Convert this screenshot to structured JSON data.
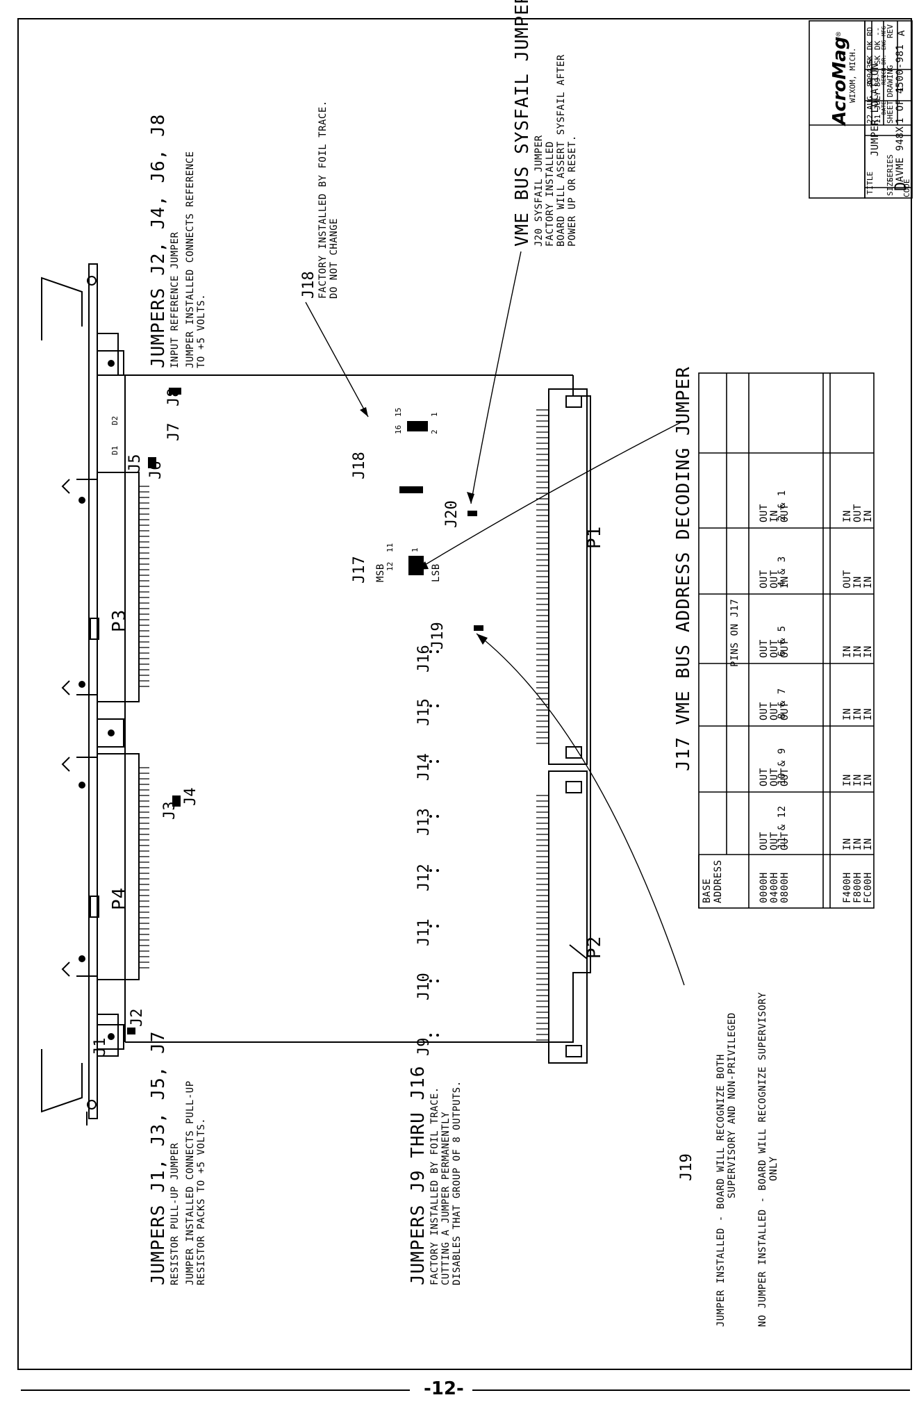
{
  "page_number": "-12-",
  "jumpers_pullup": {
    "title": "JUMPERS J1, J3, J5, J7",
    "lines": [
      "RESISTOR PULL-UP JUMPER",
      "JUMPER INSTALLED CONNECTS PULL-UP",
      "RESISTOR PACKS TO +5 VOLTS."
    ]
  },
  "jumpers_reference": {
    "title": "JUMPERS J2, J4, J6, J8",
    "lines": [
      "INPUT REFERENCE JUMPER",
      "JUMPER INSTALLED CONNECTS REFERENCE",
      "TO +5 VOLTS."
    ]
  },
  "jumpers_foil": {
    "title": "JUMPERS J9 THRU J16",
    "lines": [
      "FACTORY INSTALLED BY FOIL TRACE.",
      "CUTTING A JUMPER PERMANENTLY",
      "DISABLES THAT GROUP OF 8 OUTPUTS."
    ]
  },
  "j18_note": {
    "label": "J18",
    "lines": [
      "FACTORY INSTALLED BY FOIL TRACE.",
      "DO NOT CHANGE"
    ]
  },
  "sysfail_note": {
    "title": "VME BUS SYSFAIL JUMPER",
    "lines": [
      "J20 SYSFAIL JUMPER",
      "FACTORY INSTALLED",
      "BOARD WILL ASSERT SYSFAIL AFTER",
      "POWER UP OR RESET."
    ]
  },
  "j19_note": {
    "label": "J19",
    "installed": [
      "JUMPER INSTALLED  -  BOARD WILL RECOGNIZE BOTH",
      "SUPERVISORY AND NON-PRIVILEGED"
    ],
    "not_installed": [
      "NO JUMPER INSTALLED  -  BOARD WILL RECOGNIZE SUPERVISORY",
      "ONLY"
    ]
  },
  "address_title": "J17 VME BUS ADDRESS DECODING JUMPER",
  "board_labels": {
    "P1": "P1",
    "P2": "P2",
    "P3": "P3",
    "P4": "P4",
    "J1": "J1",
    "J2": "J2",
    "J3": "J3",
    "J4": "J4",
    "J5": "J5",
    "J6": "J6",
    "J7": "J7",
    "J8": "J8",
    "J9": "J9",
    "J10": "J10",
    "J11": "J11",
    "J12": "J12",
    "J13": "J13",
    "J14": "J14",
    "J15": "J15",
    "J16": "J16",
    "J17": "J17",
    "J18": "J18",
    "J19": "J19",
    "J20": "J20",
    "MSB": "MSB",
    "LSB": "LSB",
    "D1": "D1",
    "D2": "D2",
    "pin12": "12",
    "pin11": "11",
    "pin2": "2",
    "pin1": "1",
    "pin16": "16",
    "pin15": "15",
    "pin2b": "2",
    "pin1b": "1"
  },
  "address_table": {
    "header_base": [
      "BASE",
      "ADDRESS"
    ],
    "header_pins": "PINS ON J17",
    "columns": [
      "11 & 12",
      "10 & 9",
      "8 & 7",
      "6 & 5",
      "4 & 3",
      "2 & 1"
    ],
    "rows_top": [
      {
        "address": "0000H",
        "values": [
          "OUT",
          "OUT",
          "OUT",
          "OUT",
          "OUT",
          "OUT"
        ]
      },
      {
        "address": "0400H",
        "values": [
          "OUT",
          "OUT",
          "OUT",
          "OUT",
          "OUT",
          "IN"
        ]
      },
      {
        "address": "0800H",
        "values": [
          "OUT",
          "OUT",
          "OUT",
          "OUT",
          "IN",
          "OUT"
        ]
      }
    ],
    "rows_bottom": [
      {
        "address": "F400H",
        "values": [
          "IN",
          "IN",
          "IN",
          "IN",
          "OUT",
          "IN"
        ]
      },
      {
        "address": "F800H",
        "values": [
          "IN",
          "IN",
          "IN",
          "IN",
          "IN",
          "OUT"
        ]
      },
      {
        "address": "FC00H",
        "values": [
          "IN",
          "IN",
          "IN",
          "IN",
          "IN",
          "IN"
        ]
      }
    ]
  },
  "title_block": {
    "company": "AcroMag",
    "company_mark": "®",
    "city": "WIXOM, MICH.",
    "title_label": "TITLE",
    "title": "JUMPER LOCATION",
    "size_label": "SIZE",
    "size": "D",
    "code_label": "CODE",
    "series_label": "SERIES",
    "series": "AVME 948X",
    "sheet_label": "SHEET",
    "sheet": "1 OF 1",
    "drawing_label": "DRAWING",
    "drawing": "4500-981",
    "rev_label": "REV",
    "rev": "A",
    "revisions": [
      {
        "date": "22 AUG. 89",
        "rev": "A",
        "ecn": "9436",
        "by": "SK",
        "chk": "DK",
        "app": "RD"
      },
      {
        "date": "11 JULY 89",
        "rev": "-",
        "ecn": "--",
        "by": "SK",
        "chk": "DK",
        "app": "--"
      }
    ],
    "rev_headers": [
      "DATE",
      "REV",
      "ECN",
      "DR.",
      "ENG",
      "MFG"
    ]
  }
}
